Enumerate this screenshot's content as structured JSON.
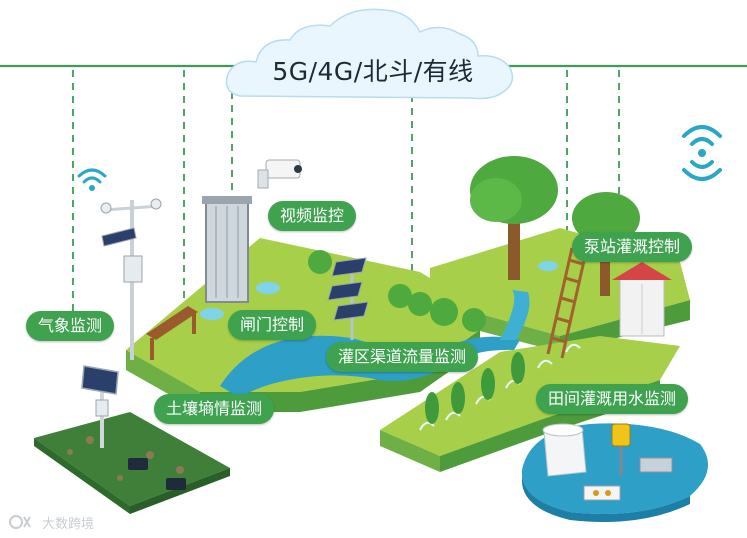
{
  "network_title": "5G/4G/北斗/有线",
  "labels": {
    "weather": "气象监测",
    "video": "视频监控",
    "gate": "闸门控制",
    "canal_flow": "灌区渠道流量监测",
    "soil": "土壤墒情监测",
    "pump": "泵站灌溉控制",
    "field_water": "田间灌溉用水监测"
  },
  "watermark": "大数跨境",
  "colors": {
    "tag_green": "#3fa24f",
    "network_line": "#3e9a56",
    "dash": "#3e9a56",
    "grass": "#a8cf4a",
    "earth_side": "#4e9b3c",
    "water": "#2e9fc6",
    "signal": "#2aa6c8"
  },
  "icons": [
    "cloud-icon",
    "wifi-signal-icon",
    "weather-station-icon",
    "camera-icon",
    "sluice-gate-icon",
    "solar-panel-icon",
    "tree-icon",
    "ladder-icon",
    "pump-cabinet-icon",
    "sprinkler-icon",
    "water-tank-icon",
    "flow-meter-icon"
  ]
}
